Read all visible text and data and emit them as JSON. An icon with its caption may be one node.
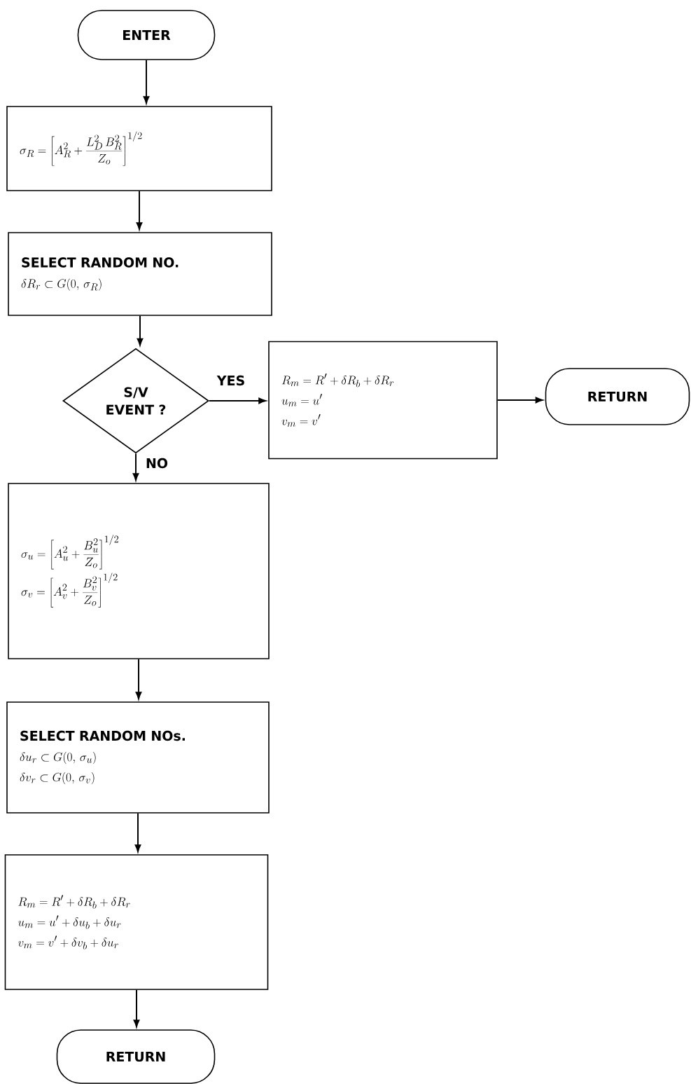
{
  "diagram": {
    "nodes": [
      {
        "text": [
          "ENTER"
        ]
      },
      {
        "text": [
          "\\sigma_R = \\left[A_R^2 + \\frac{L_D^2\\,B_R^2}{Z_o}\\right]^{1/2}"
        ]
      },
      {
        "text": [
          "SELECT RANDOM NO.",
          "\\delta R_r \\subset G(0,\\, \\sigma_R)"
        ]
      },
      {
        "text": [
          "S/V EVENT ?"
        ]
      },
      {
        "text": [
          "R_m = R' + \\delta R_b + \\delta R_r",
          "u_m = u'",
          "v_m = v'"
        ]
      },
      {
        "text": [
          "RETURN"
        ]
      },
      {
        "text": [
          "\\sigma_u = \\left[A_u^2 + \\frac{B_u^2}{Z_o}\\right]^{1/2}",
          "\\sigma_v = \\left[A_v^2 + \\frac{B_v^2}{Z_o}\\right]^{1/2}"
        ]
      },
      {
        "text": [
          "SELECT RANDOM NOs.",
          "\\delta u_r \\subset G(0,\\, \\sigma_u)",
          "\\delta v_r \\subset G(0,\\, \\sigma_v)"
        ]
      },
      {
        "text": [
          "R_m = R' + \\delta R_b + \\delta R_r",
          "u_m = u' + \\delta u_b + \\delta u_r",
          "v_m = v' + \\delta v_b + \\delta u_r"
        ]
      },
      {
        "text": [
          "RETURN"
        ]
      }
    ],
    "edges": [
      {
        "from": 0,
        "to": 1,
        "arrow": "to"
      },
      {
        "from": 1,
        "to": 2,
        "arrow": "to"
      },
      {
        "from": 2,
        "to": 3,
        "arrow": "to"
      },
      {
        "from": 3,
        "to": 4,
        "arrow": "to",
        "label": "YES"
      },
      {
        "from": 4,
        "to": 5,
        "arrow": "to"
      },
      {
        "from": 3,
        "to": 6,
        "arrow": "to",
        "label": "NO"
      },
      {
        "from": 6,
        "to": 7,
        "arrow": "to"
      },
      {
        "from": 7,
        "to": 8,
        "arrow": "to"
      },
      {
        "from": 8,
        "to": 9,
        "arrow": "to"
      }
    ]
  }
}
